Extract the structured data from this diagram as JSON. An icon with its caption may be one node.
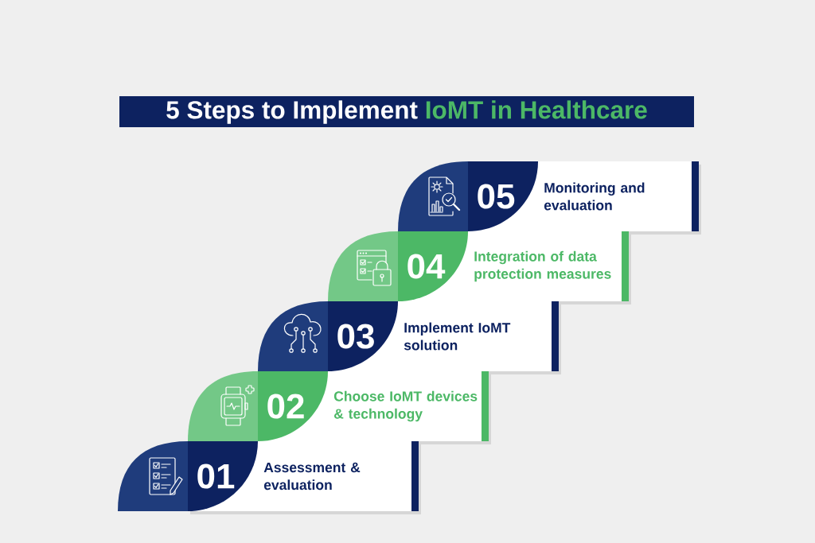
{
  "diagram": {
    "title": "5 Steps to Implement IoMT in Healthcare",
    "nodes": [
      {
        "text": [
          "01",
          "Assessment & evaluation"
        ]
      },
      {
        "text": [
          "02",
          "Choose IoMT devices & technology"
        ]
      },
      {
        "text": [
          "03",
          "Implement IoMT solution"
        ]
      },
      {
        "text": [
          "04",
          "Integration of data protection measures"
        ]
      },
      {
        "text": [
          "05",
          "Monitoring and evaluation"
        ]
      }
    ]
  }
}
